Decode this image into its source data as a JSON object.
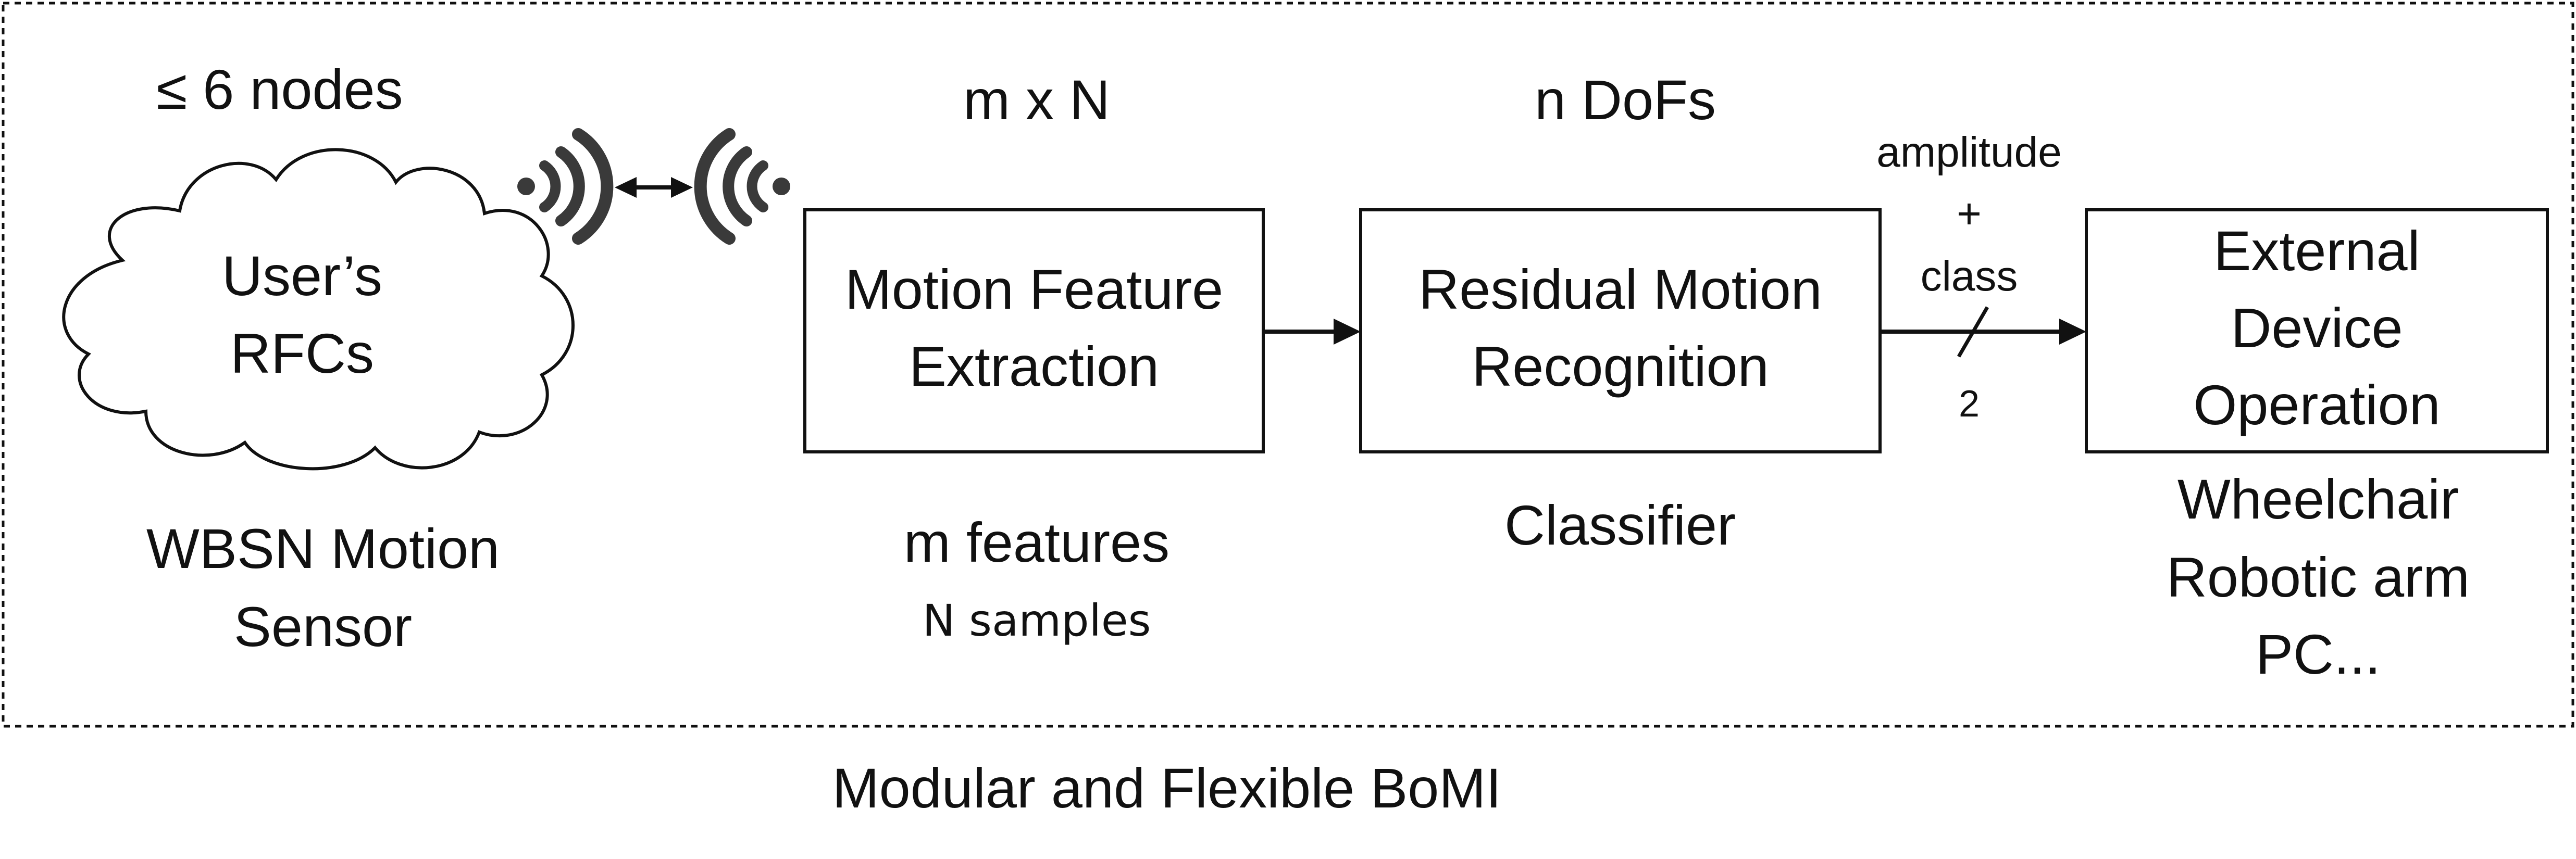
{
  "diagram": {
    "frame_label": "Modular and Flexible BoMI",
    "sensor": {
      "nodes_label": "≤ 6 nodes",
      "cloud_label_line1": "User’s",
      "cloud_label_line2": "RFCs",
      "caption_line1": "WBSN Motion",
      "caption_line2": "Sensor",
      "wireless_link": "bidirectional wireless link",
      "cloud_icon": "cloud-icon",
      "signal_icon": "wireless-signal-icon"
    },
    "feature_block": {
      "top_label": "m x N",
      "line1": "Motion Feature",
      "line2": "Extraction",
      "caption_line1": "m features",
      "caption_line2": "N samples"
    },
    "recognition_block": {
      "top_label": "n DoFs",
      "line1": "Residual Motion",
      "line2": "Recognition",
      "caption": "Classifier"
    },
    "output_arrow": {
      "label_line1": "amplitude",
      "label_line2": "+",
      "label_line3": "class",
      "bus_width": "2"
    },
    "device_block": {
      "line1": "External",
      "line2": "Device",
      "line3": "Operation",
      "caption_line1": "Wheelchair",
      "caption_line2": "Robotic arm",
      "caption_line3": "PC..."
    }
  },
  "colors": {
    "stroke": "#111111",
    "icon": "#3a3a3a",
    "background": "#ffffff"
  }
}
